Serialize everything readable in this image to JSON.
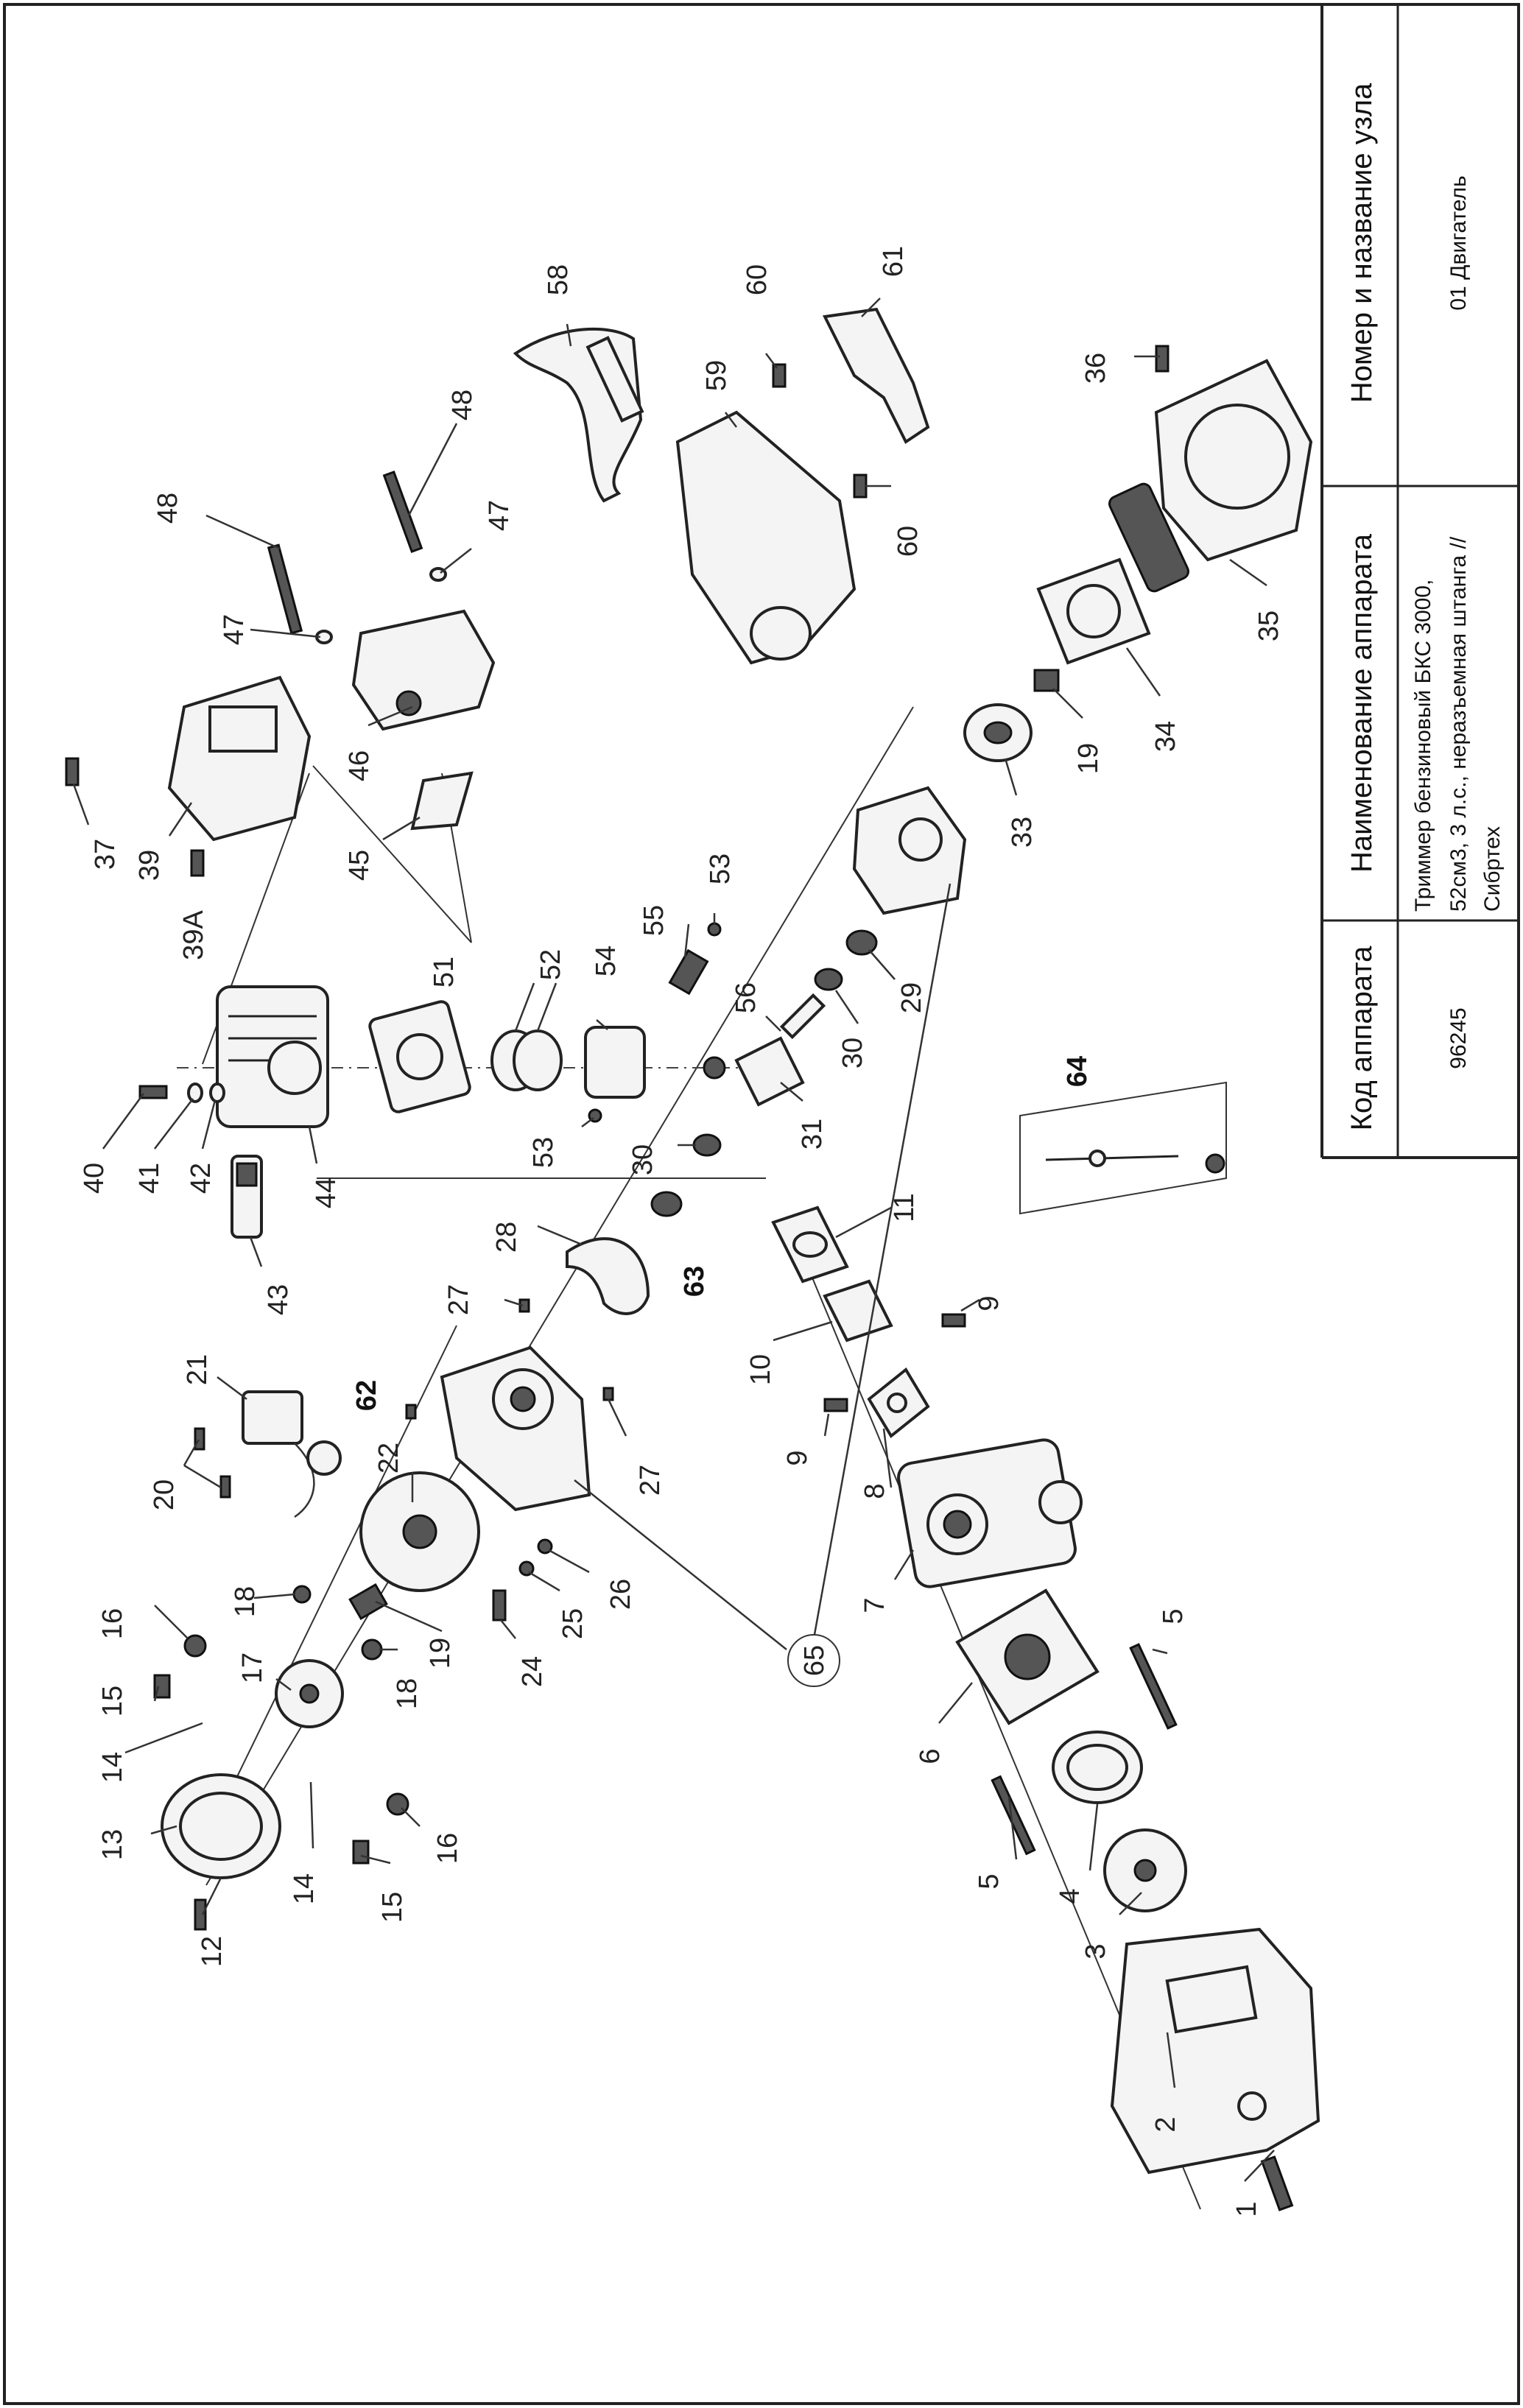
{
  "title_block": {
    "col_code_header": "Код аппарата",
    "col_code_value": "96245",
    "col_name_header": "Наименование аппарата",
    "col_name_value_line1": "Триммер бензиновый БКС 3000,",
    "col_name_value_line2": "52см3, 3 л.с., неразъемная штанга //",
    "col_name_value_line3": "Сибртех",
    "col_unit_header": "Номер и название узла",
    "col_unit_value": "01 Двигатель"
  },
  "callouts": [
    "1",
    "2",
    "3",
    "4",
    "5",
    "5",
    "6",
    "7",
    "8",
    "9",
    "9",
    "10",
    "11",
    "12",
    "13",
    "14",
    "14",
    "15",
    "15",
    "16",
    "16",
    "17",
    "18",
    "18",
    "19",
    "19",
    "20",
    "21",
    "22",
    "24",
    "25",
    "26",
    "27",
    "27",
    "28",
    "29",
    "30",
    "30",
    "31",
    "33",
    "34",
    "35",
    "36",
    "37",
    "39",
    "39A",
    "40",
    "41",
    "42",
    "43",
    "44",
    "45",
    "46",
    "47",
    "47",
    "48",
    "48",
    "51",
    "52",
    "53",
    "53",
    "54",
    "55",
    "56",
    "58",
    "59",
    "60",
    "60",
    "61",
    "62",
    "63",
    "64",
    "65"
  ]
}
